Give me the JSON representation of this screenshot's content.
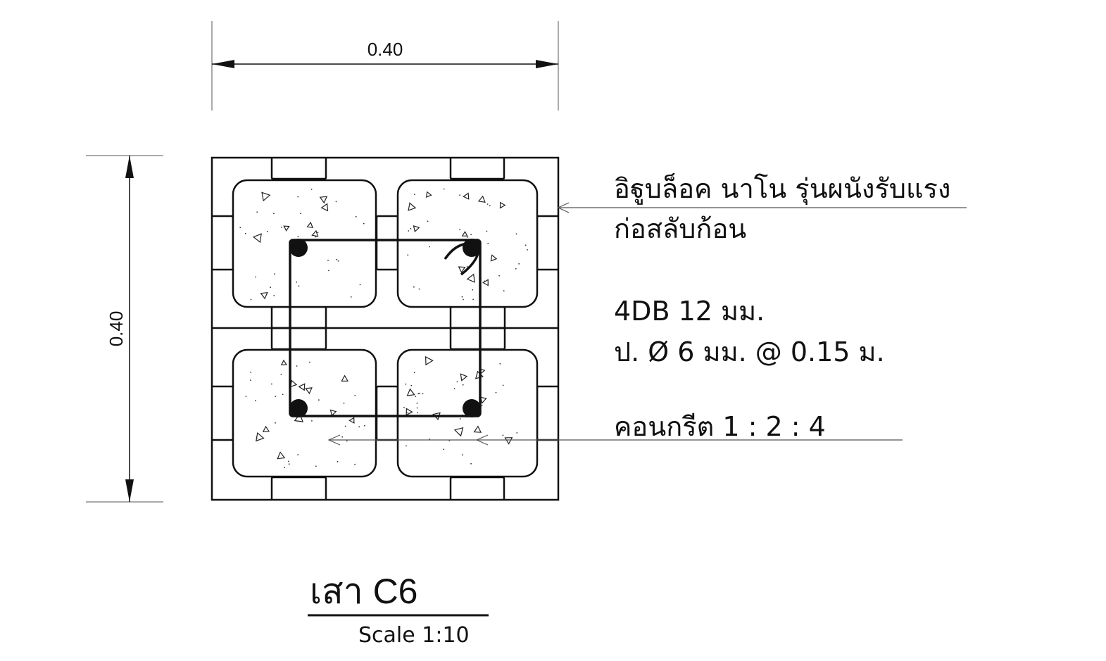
{
  "dimensions": {
    "width_label": "0.40",
    "height_label": "0.40"
  },
  "notes": {
    "block_line1": "อิฐูบล็อค นาโน รุ่นผนังรับแรง",
    "block_line2": "ก่อสลับก้อน",
    "rebar_main": "4DB 12 มม.",
    "rebar_tie": "ป. Ø 6 มม. @ 0.15 ม.",
    "concrete": "คอนกรีต 1 : 2 : 4"
  },
  "title": {
    "label": "เสา C6",
    "scale": "Scale 1:10"
  }
}
